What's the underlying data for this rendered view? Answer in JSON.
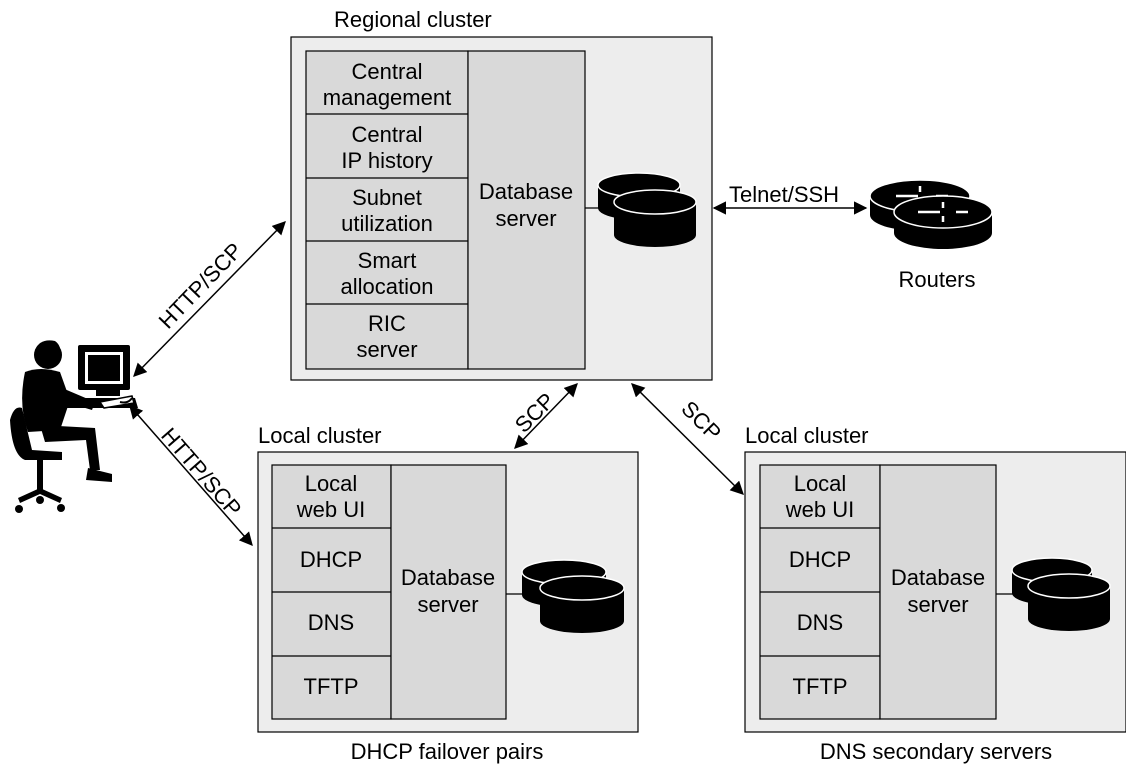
{
  "regional": {
    "title": "Regional cluster",
    "modules": [
      [
        "Central",
        "management"
      ],
      [
        "Central",
        "IP history"
      ],
      [
        "Subnet",
        "utilization"
      ],
      [
        "Smart",
        "allocation"
      ],
      [
        "RIC",
        "server"
      ]
    ],
    "db": [
      "Database",
      "server"
    ]
  },
  "local_left": {
    "title": "Local cluster",
    "modules": [
      [
        "Local",
        "web UI"
      ],
      [
        "DHCP"
      ],
      [
        "DNS"
      ],
      [
        "TFTP"
      ]
    ],
    "db": [
      "Database",
      "server"
    ],
    "caption": "DHCP failover pairs"
  },
  "local_right": {
    "title": "Local cluster",
    "modules": [
      [
        "Local",
        "web UI"
      ],
      [
        "DHCP"
      ],
      [
        "DNS"
      ],
      [
        "TFTP"
      ]
    ],
    "db": [
      "Database",
      "server"
    ],
    "caption": "DNS secondary servers"
  },
  "links": {
    "user_regional": "HTTP/SCP",
    "user_local": "HTTP/SCP",
    "regional_local_left": "SCP",
    "regional_local_right": "SCP",
    "regional_routers": "Telnet/SSH"
  },
  "routers": {
    "label": "Routers"
  }
}
